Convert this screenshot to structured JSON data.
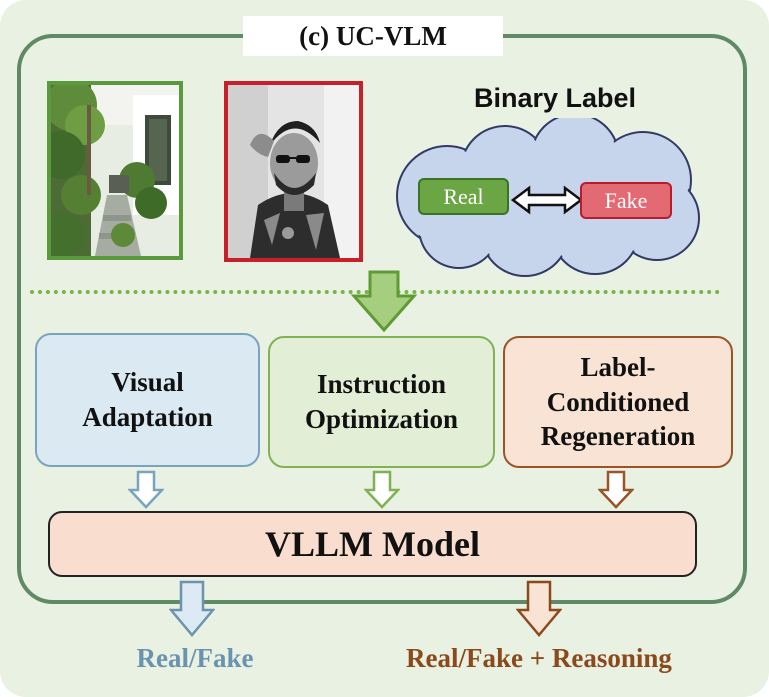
{
  "title": "(c) UC-VLM",
  "binary_label": {
    "heading": "Binary Label",
    "real": "Real",
    "fake": "Fake"
  },
  "modules": {
    "visual_adaptation": "Visual Adaptation",
    "instruction_optimization": "Instruction Optimization",
    "label_regeneration": "Label-Conditioned Regeneration"
  },
  "model": "VLLM Model",
  "outputs": {
    "left": "Real/Fake",
    "right": "Real/Fake + Reasoning"
  },
  "colors": {
    "panel_bg": "#e9f1e2",
    "frame": "#5f8a65",
    "green": "#6ba644",
    "red": "#c8202a",
    "blue_box": "#dbe9f2",
    "blue_border": "#7aa3bf",
    "green_box": "#e2efd6",
    "green_border": "#80b254",
    "orange_box": "#f8e3d4",
    "orange_border": "#9a5428",
    "model_box": "#f9ddcf",
    "left_text": "#6a93b0",
    "right_text": "#8a4a1c"
  }
}
